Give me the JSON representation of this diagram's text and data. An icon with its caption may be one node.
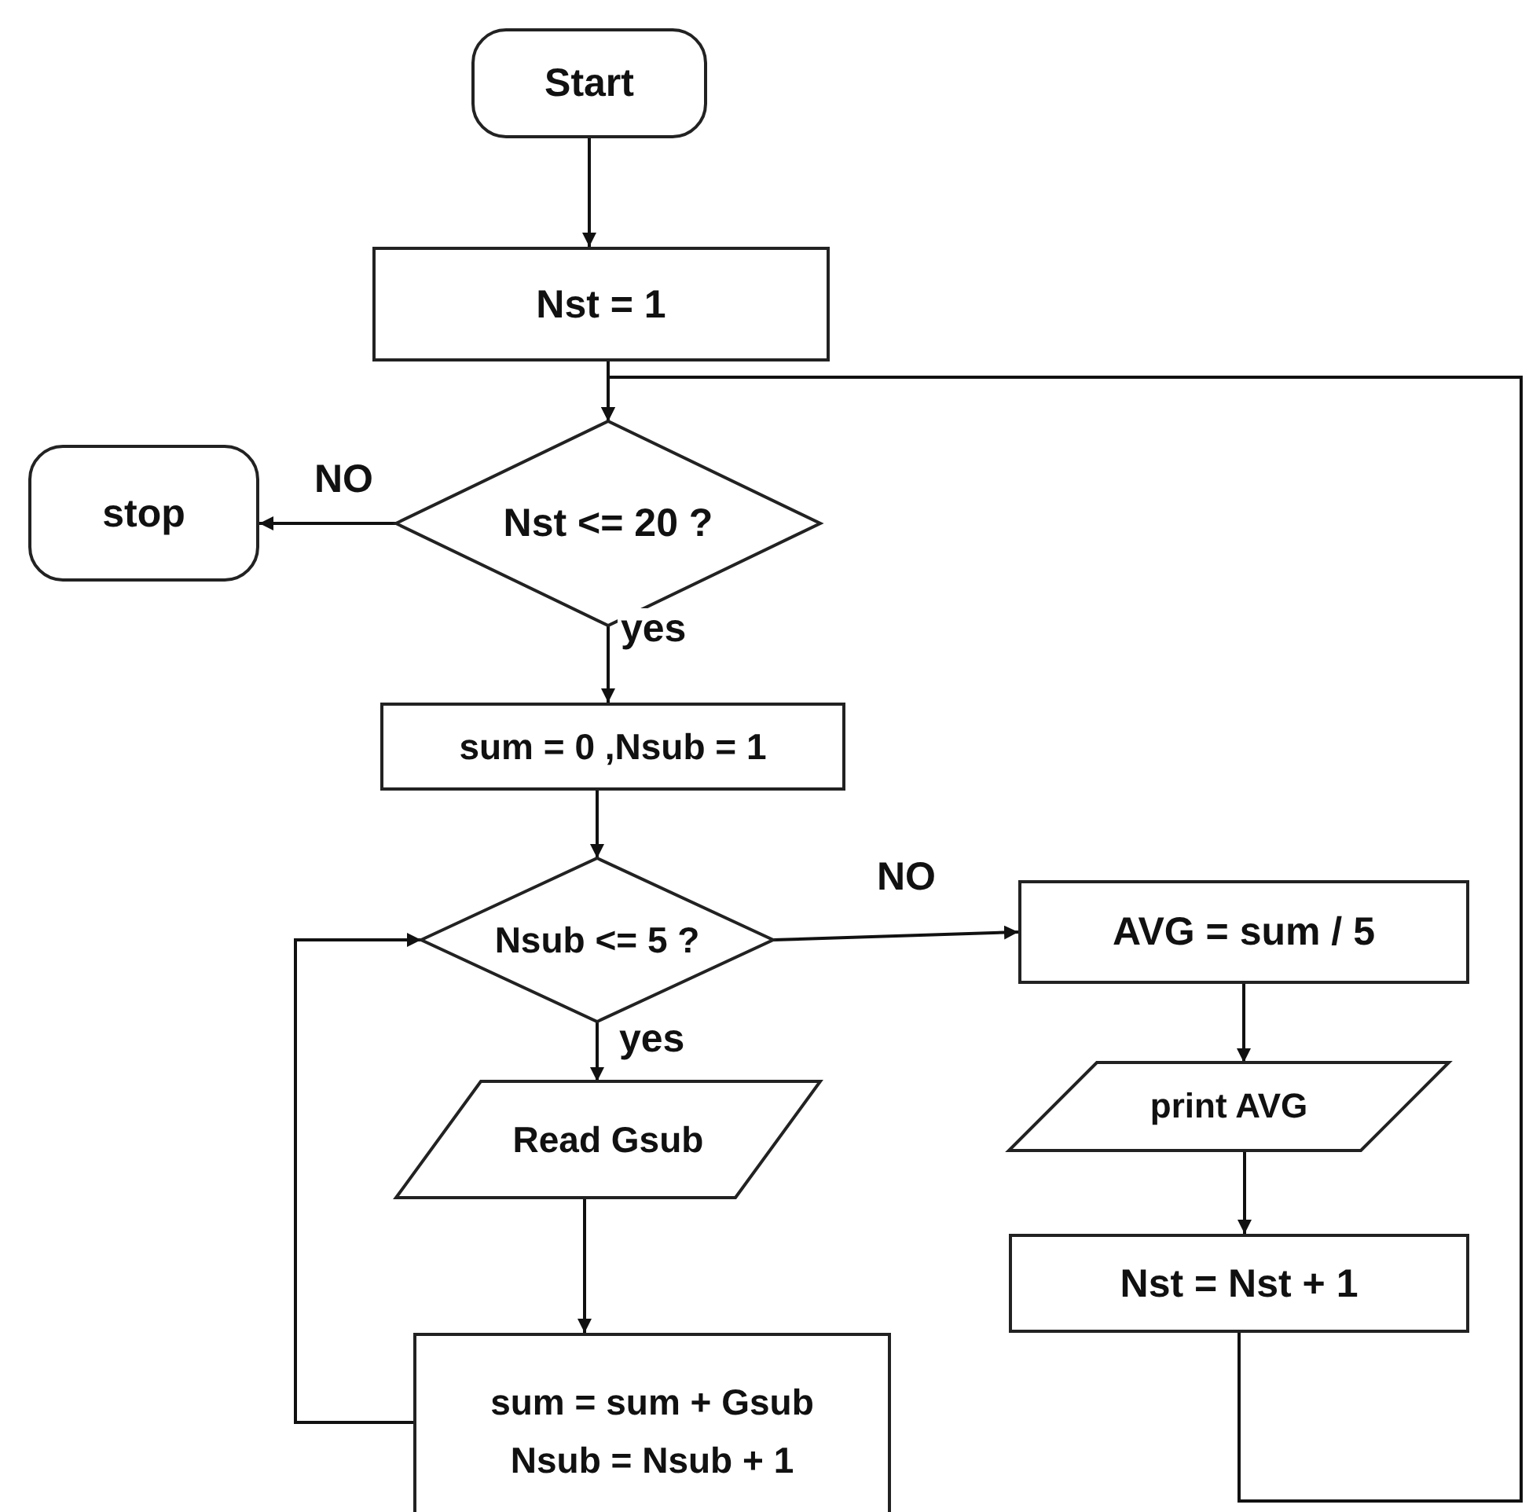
{
  "diagram": {
    "nodes": [
      {
        "text": [
          "Start"
        ]
      },
      {
        "text": [
          "Nst = 1"
        ]
      },
      {
        "text": [
          "Nst <= 20 ?"
        ]
      },
      {
        "text": [
          "stop"
        ]
      },
      {
        "text": [
          "sum = 0 ,Nsub = 1"
        ]
      },
      {
        "text": [
          "Nsub <= 5 ?"
        ]
      },
      {
        "text": [
          "AVG = sum / 5"
        ]
      },
      {
        "text": [
          "print AVG"
        ]
      },
      {
        "text": [
          "Read Gsub"
        ]
      },
      {
        "text": [
          "sum = sum + Gsub",
          "Nsub = Nsub + 1"
        ]
      },
      {
        "text": [
          "Nst = Nst + 1"
        ]
      }
    ],
    "edges": [
      {
        "from": 0,
        "to": 1,
        "arrow": "to"
      },
      {
        "from": 1,
        "to": 2,
        "arrow": "to"
      },
      {
        "from": 2,
        "to": 3,
        "arrow": "to",
        "label": "NO"
      },
      {
        "from": 2,
        "to": 4,
        "arrow": "to",
        "label": "yes"
      },
      {
        "from": 4,
        "to": 5,
        "arrow": "to"
      },
      {
        "from": 5,
        "to": 6,
        "arrow": "to",
        "label": "NO"
      },
      {
        "from": 5,
        "to": 8,
        "arrow": "to",
        "label": "yes"
      },
      {
        "from": 8,
        "to": 9,
        "arrow": "to"
      },
      {
        "from": 9,
        "to": 5,
        "arrow": "to"
      },
      {
        "from": 6,
        "to": 7,
        "arrow": "to"
      },
      {
        "from": 7,
        "to": 10,
        "arrow": "to"
      },
      {
        "from": 10,
        "to": 2,
        "arrow": "to"
      }
    ]
  }
}
